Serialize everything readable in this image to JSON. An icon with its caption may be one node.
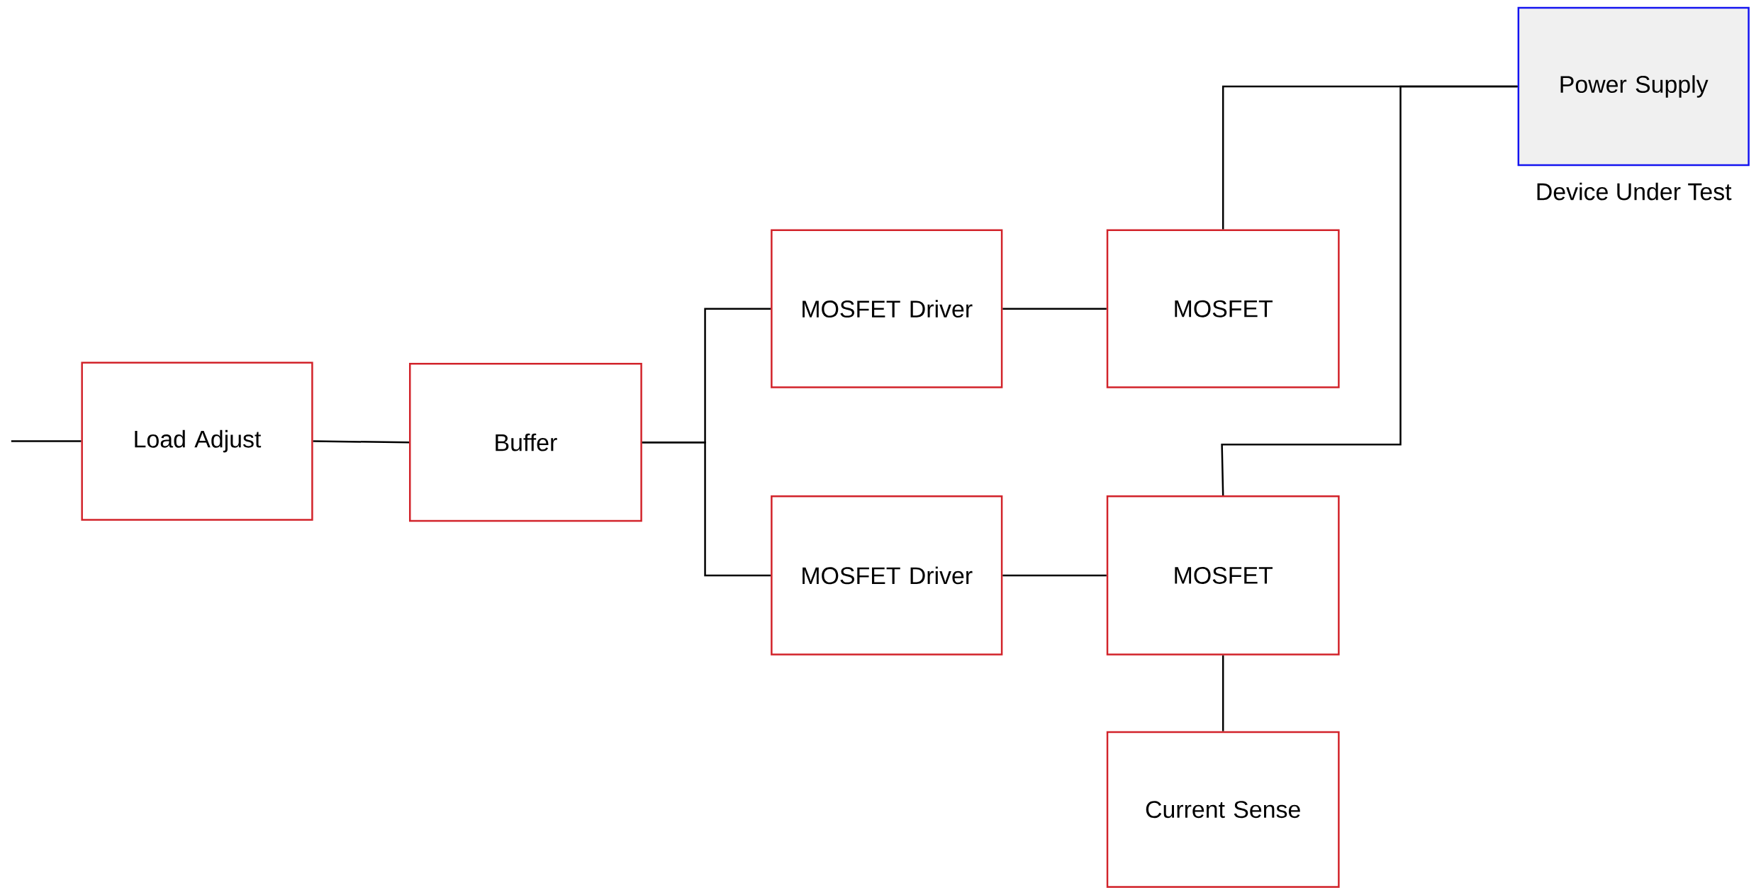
{
  "diagram": {
    "nodes": [
      {
        "text": [
          "Load Adjust"
        ]
      },
      {
        "text": [
          "Buffer"
        ]
      },
      {
        "text": [
          "MOSFET Driver"
        ]
      },
      {
        "text": [
          "MOSFET"
        ]
      },
      {
        "text": [
          "MOSFET Driver"
        ]
      },
      {
        "text": [
          "MOSFET"
        ]
      },
      {
        "text": [
          "Current Sense"
        ]
      },
      {
        "text": [
          "Power Supply"
        ],
        "beside": [
          "Device Under Test"
        ]
      }
    ],
    "edges": [
      {
        "from": null,
        "to": 0,
        "arrow": "none"
      },
      {
        "from": 0,
        "to": 1,
        "arrow": "none"
      },
      {
        "from": 1,
        "to": 2,
        "arrow": "none"
      },
      {
        "from": 1,
        "to": 4,
        "arrow": "none"
      },
      {
        "from": 2,
        "to": 3,
        "arrow": "none"
      },
      {
        "from": 4,
        "to": 5,
        "arrow": "none"
      },
      {
        "from": 3,
        "to": 7,
        "arrow": "none"
      },
      {
        "from": 5,
        "to": 7,
        "arrow": "none"
      },
      {
        "from": 5,
        "to": 6,
        "arrow": "none"
      }
    ]
  }
}
